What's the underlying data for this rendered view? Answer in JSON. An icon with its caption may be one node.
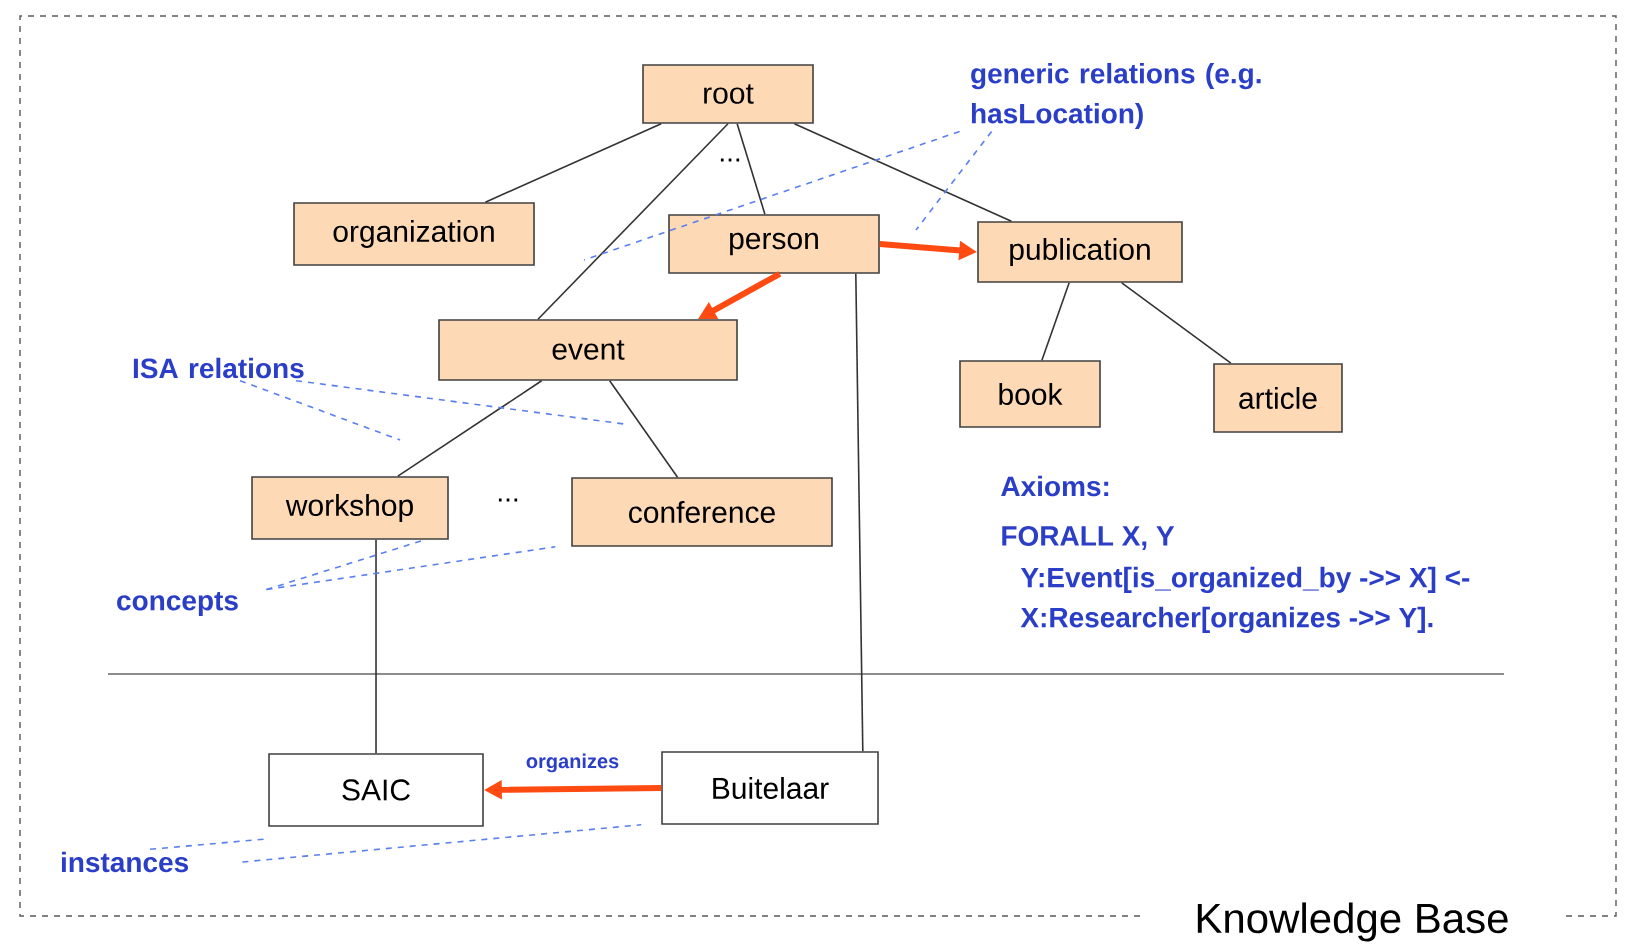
{
  "diagram": {
    "nodes": [
      {
        "text": [
          "root"
        ]
      },
      {
        "text": [
          "organization"
        ]
      },
      {
        "text": [
          "person"
        ]
      },
      {
        "text": [
          "publication"
        ]
      },
      {
        "text": [
          "event"
        ]
      },
      {
        "text": [
          "book"
        ]
      },
      {
        "text": [
          "article"
        ]
      },
      {
        "text": [
          "workshop"
        ]
      },
      {
        "text": [
          "conference"
        ]
      },
      {
        "text": [
          "SAIC"
        ]
      },
      {
        "text": [
          "Buitelaar"
        ]
      },
      {
        "text": [
          "generic relations (e.g. hasLocation)"
        ]
      },
      {
        "text": [
          "ISA relations"
        ]
      },
      {
        "text": [
          "concepts"
        ]
      },
      {
        "text": [
          "instances"
        ]
      }
    ],
    "edges": [
      {
        "from": 0,
        "to": 1,
        "arrow": "none"
      },
      {
        "from": 0,
        "to": 4,
        "arrow": "none"
      },
      {
        "from": 0,
        "to": 2,
        "arrow": "none"
      },
      {
        "from": 0,
        "to": 3,
        "arrow": "none"
      },
      {
        "from": 3,
        "to": 5,
        "arrow": "none"
      },
      {
        "from": 3,
        "to": 6,
        "arrow": "none"
      },
      {
        "from": 4,
        "to": 7,
        "arrow": "none"
      },
      {
        "from": 4,
        "to": 8,
        "arrow": "none"
      },
      {
        "from": 7,
        "to": 9,
        "arrow": "none"
      },
      {
        "from": 2,
        "to": 10,
        "arrow": "none"
      },
      {
        "from": 2,
        "to": 4,
        "arrow": "to",
        "style": "thick",
        "color": "#ff4a12"
      },
      {
        "from": 2,
        "to": 3,
        "arrow": "to",
        "style": "thick",
        "color": "#ff4a12"
      },
      {
        "from": 10,
        "to": 9,
        "arrow": "to",
        "label": "organizes",
        "style": "thick",
        "color": "#ff4a12"
      },
      {
        "from": 11,
        "to": null,
        "arrow": "none",
        "style": "dashed",
        "color": "#5a7ff0"
      },
      {
        "from": 11,
        "to": null,
        "arrow": "none",
        "style": "dashed",
        "color": "#5a7ff0"
      },
      {
        "from": 12,
        "to": null,
        "arrow": "none",
        "style": "dashed",
        "color": "#5a7ff0"
      },
      {
        "from": 12,
        "to": null,
        "arrow": "none",
        "style": "dashed",
        "color": "#5a7ff0"
      },
      {
        "from": 13,
        "to": 7,
        "arrow": "none",
        "style": "dashed",
        "color": "#5a7ff0"
      },
      {
        "from": 13,
        "to": 8,
        "arrow": "none",
        "style": "dashed",
        "color": "#5a7ff0"
      },
      {
        "from": 14,
        "to": 9,
        "arrow": "none",
        "style": "dashed",
        "color": "#5a7ff0"
      },
      {
        "from": 14,
        "to": 10,
        "arrow": "none",
        "style": "dashed",
        "color": "#5a7ff0"
      }
    ],
    "labels": [
      "...",
      "...",
      "Axioms:",
      "FORALL X, Y",
      "Y:Event[is_organized_by ->> X] <-",
      "X:Researcher[organizes ->> Y].",
      "Knowledge Base"
    ]
  }
}
